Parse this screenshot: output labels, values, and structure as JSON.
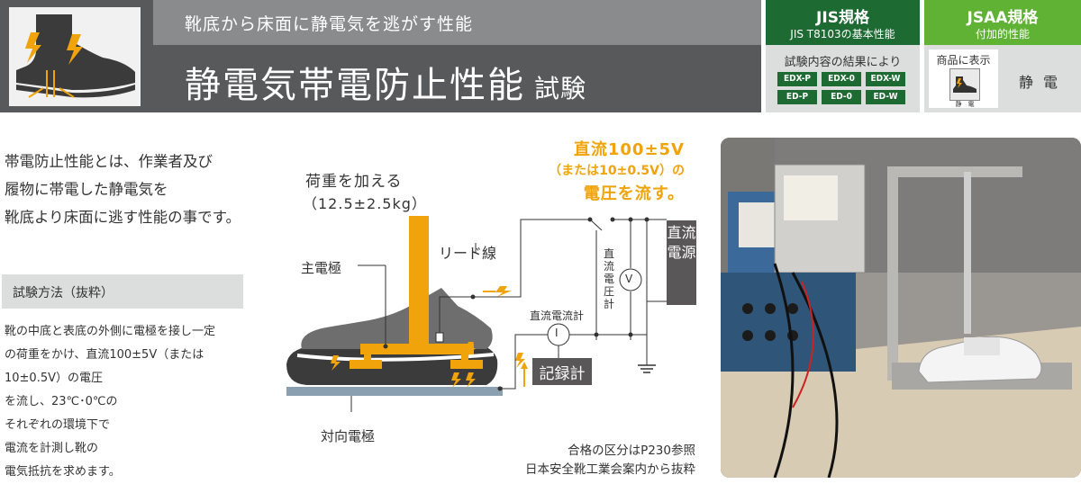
{
  "header": {
    "subtitle": "靴底から床面に静電気を逃がす性能",
    "title": "静電気帯電防止性能",
    "title_suffix": "試験",
    "icon": "shoe-static-discharge-icon"
  },
  "jis": {
    "label": "JIS規格",
    "sub": "JIS T8103の基本性能",
    "note": "試験内容の結果により",
    "badges": [
      "EDX-P",
      "EDX-0",
      "EDX-W",
      "ED-P",
      "ED-0",
      "ED-W"
    ]
  },
  "jsaa": {
    "label": "JSAA規格",
    "sub": "付加的性能",
    "show": "商品に表示",
    "icon": "static-shoe-icon",
    "icon_text": "静　電",
    "static": "静 電"
  },
  "description": {
    "lines": [
      "帯電防止性能とは、作業者及び",
      "履物に帯電した静電気を",
      "靴底より床面に逃す性能の事です。"
    ]
  },
  "method": {
    "label": "試験方法（抜粋）",
    "lines": [
      "靴の中底と表底の外側に電極を接し一定",
      "の荷重をかけ、直流100±5V（または",
      "10±0.5V）の電圧",
      "を流し、23℃･0℃の",
      "それぞれの環境下で",
      "電流を計測し靴の",
      "電気抵抗を求めます。"
    ]
  },
  "diagram": {
    "load_line1": "荷重を加える",
    "load_line2": "（12.5±2.5kg）",
    "main_electrode": "主電極",
    "lead_wire": "リード線",
    "counter_electrode": "対向電極",
    "ammeter": "直流電流計",
    "voltmeter": "直流電圧計",
    "voltmeter_symbol": "V",
    "ammeter_symbol": "I",
    "dc_power": "直流電源",
    "recorder": "記録計",
    "orange_line1": "直流100±5V",
    "orange_line2": "（または10±0.5V）の",
    "orange_line3": "電圧を流す。",
    "accent_color": "#f0a30a"
  },
  "footnote": {
    "line1": "合格の区分はP230参照",
    "line2": "日本安全靴工業会案内から抜粋"
  },
  "photo": {
    "icon": "test-apparatus-photo"
  }
}
